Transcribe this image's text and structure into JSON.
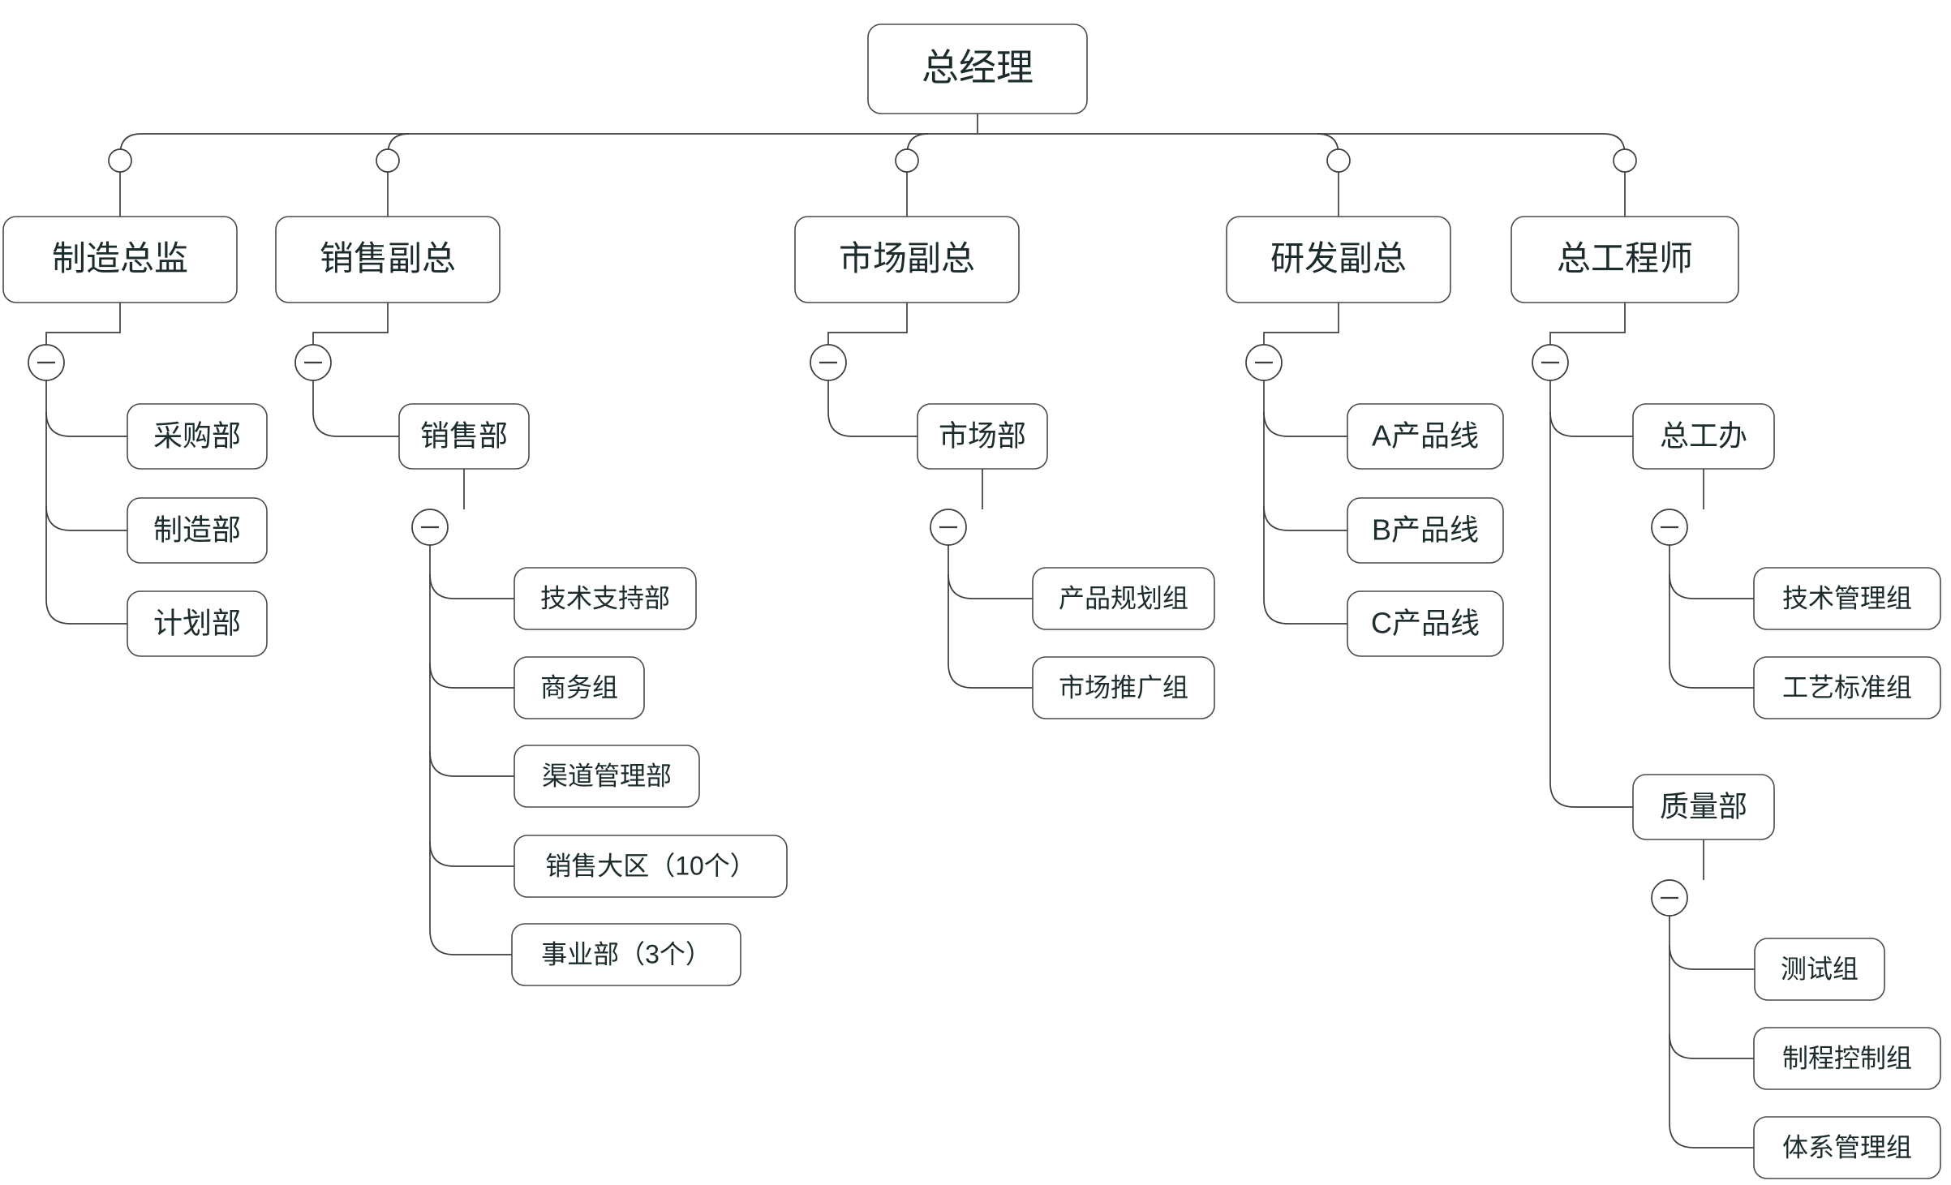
{
  "diagram": {
    "type": "org-chart",
    "title": "",
    "orientation": "top-down-then-right",
    "colors": {
      "background": "#ffffff",
      "node_fill": "#ffffff",
      "node_border": "#4a4a4a",
      "connector": "#3d3d3d",
      "text": "#1c2b2b"
    },
    "toggle_icons": {
      "collapsed_handle": "circle-empty-icon",
      "expanded_handle": "circle-minus-icon"
    }
  },
  "nodes": {
    "root": {
      "label": "总经理",
      "level": 1
    },
    "manufacturing": {
      "label": "制造总监",
      "level": 2
    },
    "sales_vp": {
      "label": "销售副总",
      "level": 2
    },
    "marketing_vp": {
      "label": "市场副总",
      "level": 2
    },
    "rd_vp": {
      "label": "研发副总",
      "level": 2
    },
    "chief_engineer": {
      "label": "总工程师",
      "level": 2
    },
    "purchasing": {
      "label": "采购部",
      "level": 3
    },
    "manufacturing_dept": {
      "label": "制造部",
      "level": 3
    },
    "planning": {
      "label": "计划部",
      "level": 3
    },
    "sales_dept": {
      "label": "销售部",
      "level": 3
    },
    "tech_support": {
      "label": "技术支持部",
      "level": 4
    },
    "business_group": {
      "label": "商务组",
      "level": 4
    },
    "channel_mgmt": {
      "label": "渠道管理部",
      "level": 4
    },
    "sales_region": {
      "label": "销售大区（10个）",
      "level": 4
    },
    "business_unit": {
      "label": "事业部（3个）",
      "level": 4
    },
    "marketing_dept": {
      "label": "市场部",
      "level": 3
    },
    "product_planning": {
      "label": "产品规划组",
      "level": 4
    },
    "market_promotion": {
      "label": "市场推广组",
      "level": 4
    },
    "product_line_a": {
      "label": "A产品线",
      "level": 3
    },
    "product_line_b": {
      "label": "B产品线",
      "level": 3
    },
    "product_line_c": {
      "label": "C产品线",
      "level": 3
    },
    "chief_eng_office": {
      "label": "总工办",
      "level": 3
    },
    "tech_mgmt_group": {
      "label": "技术管理组",
      "level": 4
    },
    "process_standard_group": {
      "label": "工艺标准组",
      "level": 4
    },
    "quality_dept": {
      "label": "质量部",
      "level": 3
    },
    "test_group": {
      "label": "测试组",
      "level": 4
    },
    "process_control_group": {
      "label": "制程控制组",
      "level": 4
    },
    "system_mgmt_group": {
      "label": "体系管理组",
      "level": 4
    }
  },
  "hierarchy": [
    {
      "key": "root",
      "children": [
        {
          "key": "manufacturing",
          "children": [
            {
              "key": "purchasing"
            },
            {
              "key": "manufacturing_dept"
            },
            {
              "key": "planning"
            }
          ]
        },
        {
          "key": "sales_vp",
          "children": [
            {
              "key": "sales_dept",
              "children": [
                {
                  "key": "tech_support"
                },
                {
                  "key": "business_group"
                },
                {
                  "key": "channel_mgmt"
                },
                {
                  "key": "sales_region"
                },
                {
                  "key": "business_unit"
                }
              ]
            }
          ]
        },
        {
          "key": "marketing_vp",
          "children": [
            {
              "key": "marketing_dept",
              "children": [
                {
                  "key": "product_planning"
                },
                {
                  "key": "market_promotion"
                }
              ]
            }
          ]
        },
        {
          "key": "rd_vp",
          "children": [
            {
              "key": "product_line_a"
            },
            {
              "key": "product_line_b"
            },
            {
              "key": "product_line_c"
            }
          ]
        },
        {
          "key": "chief_engineer",
          "children": [
            {
              "key": "chief_eng_office",
              "children": [
                {
                  "key": "tech_mgmt_group"
                },
                {
                  "key": "process_standard_group"
                }
              ]
            },
            {
              "key": "quality_dept",
              "children": [
                {
                  "key": "test_group"
                },
                {
                  "key": "process_control_group"
                },
                {
                  "key": "system_mgmt_group"
                }
              ]
            }
          ]
        }
      ]
    }
  ]
}
